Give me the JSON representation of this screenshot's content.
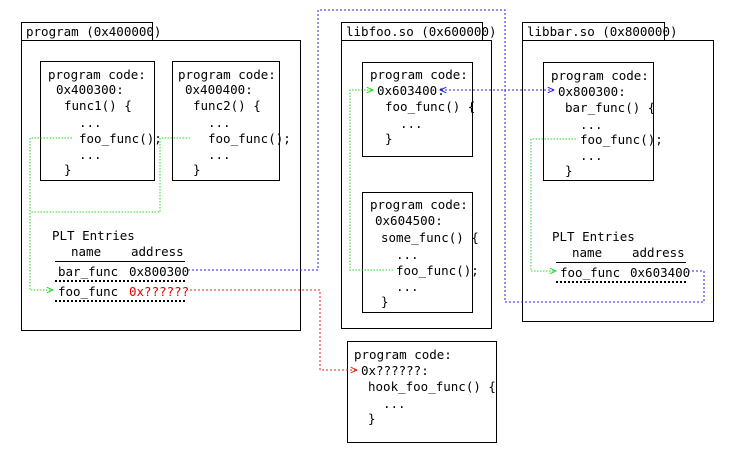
{
  "program": {
    "title": "program (0x400000)",
    "code1": {
      "header": "program code:",
      "addr": "0x400300:",
      "func": "func1() {",
      "dots1": "...",
      "call": "foo_func();",
      "dots2": "...",
      "close": "}"
    },
    "code2": {
      "header": "program code:",
      "addr": "0x400400:",
      "func": "func2() {",
      "dots1": "...",
      "call": "foo_func();",
      "dots2": "...",
      "close": "}"
    },
    "plt": {
      "title": "PLT Entries",
      "col_name": "name",
      "col_address": "address",
      "rows": [
        {
          "name": "bar_func",
          "address": "0x800300"
        },
        {
          "name": "foo_func",
          "address": "0x??????"
        }
      ]
    }
  },
  "libfoo": {
    "title": "libfoo.so (0x600000)",
    "code1": {
      "header": "program code:",
      "addr": "0x603400:",
      "func": "foo_func() {",
      "dots1": "...",
      "close": "}"
    },
    "code2": {
      "header": "program code:",
      "addr": "0x604500:",
      "func": "some_func() {",
      "dots1": "...",
      "call": "foo_func();",
      "dots2": "...",
      "close": "}"
    }
  },
  "libbar": {
    "title": "libbar.so (0x800000)",
    "code1": {
      "header": "program code:",
      "addr": "0x800300:",
      "func": "bar_func() {",
      "dots1": "...",
      "call": "foo_func();",
      "dots2": "...",
      "close": "}"
    },
    "plt": {
      "title": "PLT Entries",
      "col_name": "name",
      "col_address": "address",
      "rows": [
        {
          "name": "foo_func",
          "address": "0x603400"
        }
      ]
    }
  },
  "hook": {
    "header": "program code:",
    "addr": "0x??????:",
    "func": "hook_foo_func() {",
    "dots1": "...",
    "close": "}"
  },
  "colors": {
    "green": "#22dd22",
    "blue": "#2222ee",
    "red": "#ee2222",
    "text": "#000000",
    "border": "#000000"
  }
}
